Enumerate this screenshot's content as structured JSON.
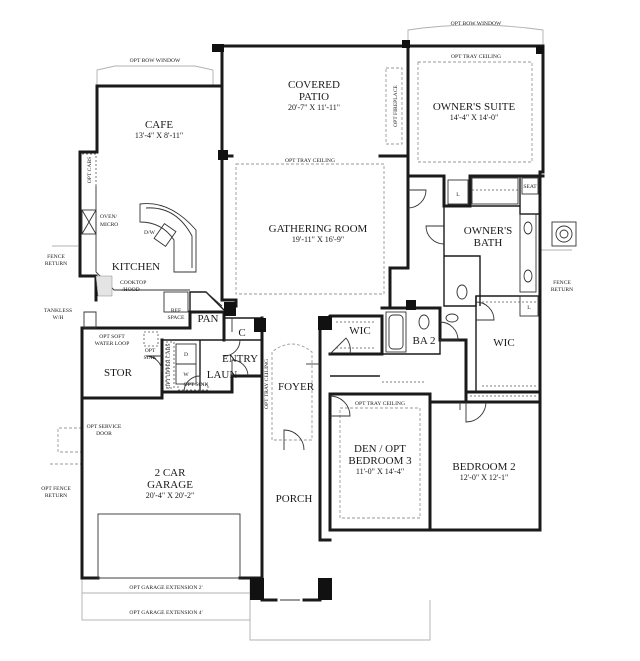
{
  "rooms": {
    "cafe": {
      "name": "CAFE",
      "dims": "13'-4\" X 8'-11\""
    },
    "covered_patio": {
      "name_line1": "COVERED",
      "name_line2": "PATIO",
      "dims": "20'-7\" X 11'-11\""
    },
    "owners_suite": {
      "name": "OWNER'S SUITE",
      "dims": "14'-4\" X 14'-0\""
    },
    "gathering_room": {
      "name": "GATHERING ROOM",
      "dims": "19'-11\" X 16'-9\""
    },
    "owners_bath": {
      "name_line1": "OWNER'S",
      "name_line2": "BATH"
    },
    "kitchen": {
      "name": "KITCHEN"
    },
    "pan": {
      "name": "PAN"
    },
    "closet_c": {
      "name": "C"
    },
    "wic_center": {
      "name": "WIC"
    },
    "ba2": {
      "name": "BA 2"
    },
    "wic_right": {
      "name": "WIC"
    },
    "entry": {
      "name": "ENTRY"
    },
    "stor": {
      "name": "STOR"
    },
    "laun": {
      "name": "LAUN"
    },
    "foyer": {
      "name": "FOYER"
    },
    "den": {
      "name_line1": "DEN / OPT",
      "name_line2": "BEDROOM 3",
      "dims": "11'-0\" X 14'-4\""
    },
    "bedroom2": {
      "name": "BEDROOM 2",
      "dims": "12'-0\" X 12'-1\""
    },
    "garage": {
      "name_line1": "2 CAR",
      "name_line2": "GARAGE",
      "dims": "20'-4\" X 20'-2\""
    },
    "porch": {
      "name": "PORCH"
    }
  },
  "notes": {
    "opt_bow_window_top": "OPT BOW WINDOW",
    "opt_bow_window_cafe": "OPT BOW WINDOW",
    "opt_tray_ceiling_owner": "OPT TRAY CEILING",
    "opt_fireplace": "OPT FIREPLACE",
    "opt_tray_ceiling_gathering": "OPT TRAY CEILING",
    "opt_cabs": "OPT CABS",
    "oven_micro_1": "OVEN/",
    "oven_micro_2": "MICRO",
    "dw": "D/W",
    "cooktop_1": "COOKTOP",
    "cooktop_2": "/HOOD",
    "ref_1": "REF",
    "ref_2": "SPACE",
    "fence_return_left_1": "FENCE",
    "fence_return_left_2": "RETURN",
    "tankless_1": "TANKLESS",
    "tankless_2": "W/H",
    "opt_soft_1": "OPT SOFT",
    "opt_soft_2": "WATER LOOP",
    "opt_sink_1": "OPT",
    "opt_sink_2": "SINK",
    "opt_upper_cabs": "OPT UPPER CABS",
    "opt_sink_laun": "OPT SINK",
    "washer": "W",
    "dryer": "D",
    "opt_tray_ceiling_foyer": "OPT TRAY CEILING",
    "opt_service_door_1": "OPT SERVICE",
    "opt_service_door_2": "DOOR",
    "opt_fence_return_1": "OPT FENCE",
    "opt_fence_return_2": "RETURN",
    "opt_tray_ceiling_den": "OPT TRAY CEILING",
    "fence_return_right_1": "FENCE",
    "fence_return_right_2": "RETURN",
    "seat": "SEAT",
    "linen_1": "L",
    "linen_2": "L",
    "opt_garage_ext_2": "OPT GARAGE EXTENSION 2'",
    "opt_garage_ext_4": "OPT GARAGE EXTENSION 4'"
  }
}
